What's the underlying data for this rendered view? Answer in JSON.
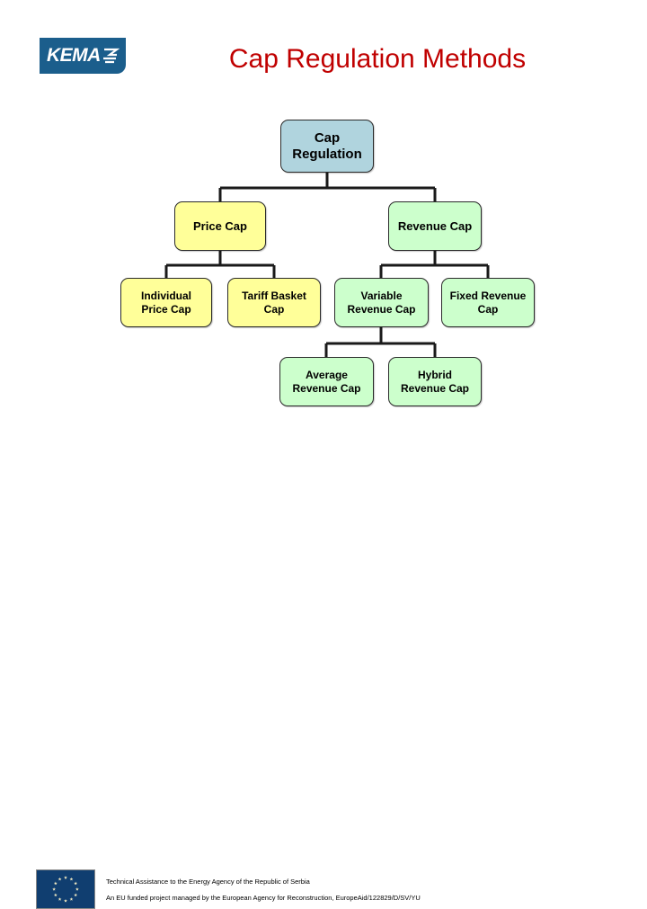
{
  "header": {
    "logo_text": "KEMA",
    "logo_mark_icon": "kema-lightning-icon",
    "title": "Cap Regulation Methods",
    "title_color": "#c00000",
    "logo_bg_color": "#1b5e8c"
  },
  "diagram": {
    "type": "tree",
    "colors": {
      "root": "#b0d4de",
      "price_branch": "#ffff99",
      "revenue_branch": "#ccffcc",
      "connector": "#1a1a1a",
      "border": "#2a2a2a"
    },
    "nodes": [
      {
        "id": "cap-regulation",
        "label": "Cap\nRegulation",
        "label_lines": [
          "Cap",
          "Regulation"
        ],
        "color": "#b0d4de",
        "level": 0,
        "parent": null
      },
      {
        "id": "price-cap",
        "label": "Price Cap",
        "label_lines": [
          "Price Cap"
        ],
        "color": "#ffff99",
        "level": 1,
        "parent": "cap-regulation"
      },
      {
        "id": "revenue-cap",
        "label": "Revenue Cap",
        "label_lines": [
          "Revenue Cap"
        ],
        "color": "#ccffcc",
        "level": 1,
        "parent": "cap-regulation"
      },
      {
        "id": "individual-price-cap",
        "label": "Individual Price Cap",
        "label_lines": [
          "Individual Price",
          "Cap"
        ],
        "color": "#ffff99",
        "level": 2,
        "parent": "price-cap"
      },
      {
        "id": "tariff-basket-cap",
        "label": "Tariff Basket Cap",
        "label_lines": [
          "Tariff Basket Cap"
        ],
        "color": "#ffff99",
        "level": 2,
        "parent": "price-cap"
      },
      {
        "id": "variable-revenue-cap",
        "label": "Variable Revenue Cap",
        "label_lines": [
          "Variable Revenue",
          "Cap"
        ],
        "color": "#ccffcc",
        "level": 2,
        "parent": "revenue-cap"
      },
      {
        "id": "fixed-revenue-cap",
        "label": "Fixed Revenue Cap",
        "label_lines": [
          "Fixed Revenue",
          "Cap"
        ],
        "color": "#ccffcc",
        "level": 2,
        "parent": "revenue-cap"
      },
      {
        "id": "average-revenue-cap",
        "label": "Average Revenue Cap",
        "label_lines": [
          "Average Revenue",
          "Cap"
        ],
        "color": "#ccffcc",
        "level": 3,
        "parent": "variable-revenue-cap"
      },
      {
        "id": "hybrid-revenue-cap",
        "label": "Hybrid Revenue Cap",
        "label_lines": [
          "Hybrid Revenue",
          "Cap"
        ],
        "color": "#ccffcc",
        "level": 3,
        "parent": "variable-revenue-cap"
      }
    ]
  },
  "footer": {
    "flag_icon": "eu-flag-icon",
    "flag_bg_color": "#103e70",
    "line1": "Technical Assistance to the Energy Agency of the Republic of Serbia",
    "line2": "An EU funded project managed by the European Agency for Reconstruction, EuropeAid/122829/D/SV/YU"
  }
}
